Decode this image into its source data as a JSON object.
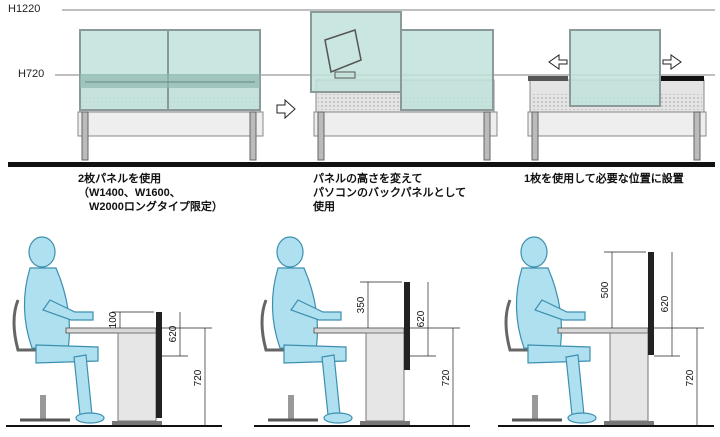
{
  "top": {
    "height_labels": {
      "high": "H1220",
      "low": "H720"
    },
    "captions": [
      "2枚パネルを使用\n（W1400、W1600、\n　W2000ロングタイプ限定）",
      "パネルの高さを変えて\nパソコンのバックパネルとして\n使用",
      "1枚を使用して必要な位置に設置"
    ]
  },
  "bottom": {
    "diagrams": [
      {
        "panel_gap": "100",
        "panel_top": "620",
        "desk_height": "720"
      },
      {
        "panel_gap": "350",
        "panel_top": "620",
        "desk_height": "720"
      },
      {
        "panel_gap": "500",
        "panel_top": "620",
        "desk_height": "720"
      }
    ]
  },
  "colors": {
    "panel_fill": "#bfe3da",
    "panel_stroke": "#8a9a98",
    "figure_fill": "#aee0f0",
    "figure_stroke": "#3d8fb0",
    "metal": "#d8d8d8",
    "floor": "#111111"
  }
}
